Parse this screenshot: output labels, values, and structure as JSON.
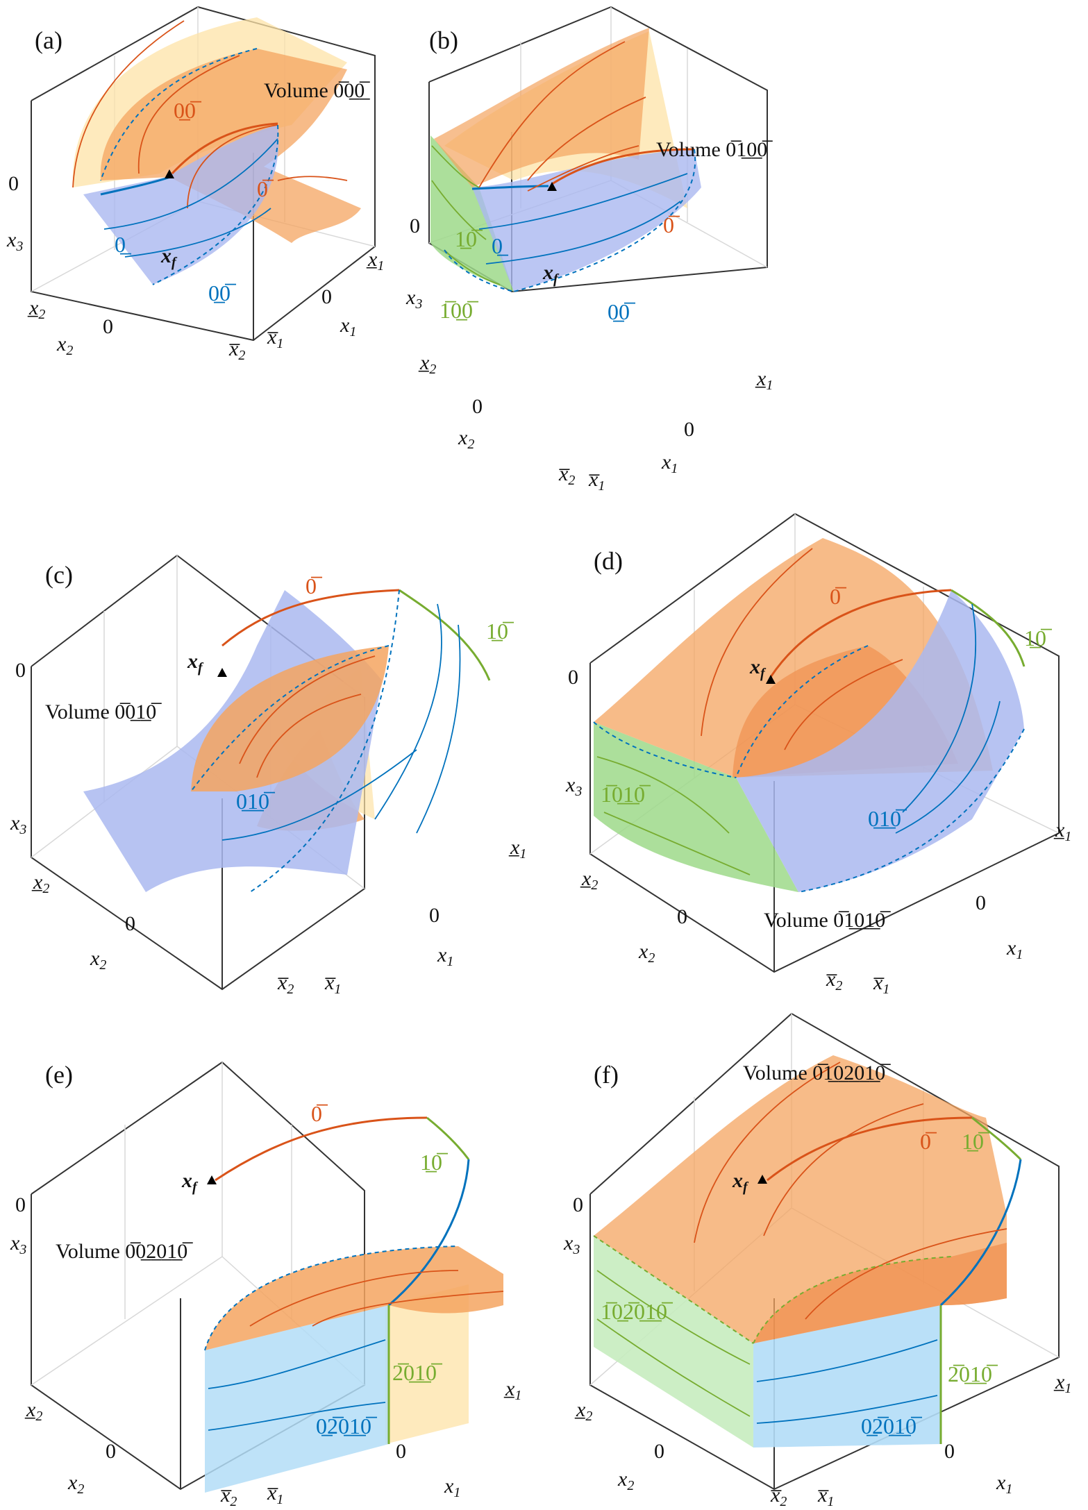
{
  "panels": [
    {
      "label": "(a)",
      "volume": "Volume 0̅0̲0̲̅",
      "codes": [
        "0̲0̅",
        "0̅",
        "0̲",
        "0̲0̅"
      ],
      "xf": "x",
      "xf_sub": "f",
      "axes": {
        "x1": "x",
        "x1_sub": "1",
        "x2": "x",
        "x2_sub": "2",
        "x3": "x",
        "x3_sub": "3"
      },
      "ticks": {
        "x3_zero": "0",
        "x2_min": "x̲",
        "x2_min_sub": "2",
        "x2_zero": "0",
        "x2_max": "x̅",
        "x2_max_sub": "2",
        "x1_min": "x̅",
        "x1_min_sub": "1",
        "x1_zero": "0",
        "x1_max": "x̲",
        "x1_max_sub": "1"
      }
    },
    {
      "label": "(b)",
      "volume": "Volume 0̅1̲0̲0̅",
      "codes": [
        "1̲0̅",
        "1̅0̲0̅",
        "0̲",
        "0̅",
        "0̲0̅"
      ],
      "xf": "x",
      "xf_sub": "f",
      "axes": {
        "x1": "x",
        "x1_sub": "1",
        "x2": "x",
        "x2_sub": "2",
        "x3": "x",
        "x3_sub": "3"
      },
      "ticks": {
        "x3_zero": "0",
        "x2_min": "x̲",
        "x2_min_sub": "2",
        "x2_zero": "0",
        "x2_max": "x̅",
        "x2_max_sub": "2",
        "x1_min": "x̅",
        "x1_min_sub": "1",
        "x1_zero": "0",
        "x1_max": "x̲",
        "x1_max_sub": "1"
      }
    },
    {
      "label": "(c)",
      "volume": "Volume 0̅0̲1̲0̅",
      "codes": [
        "0̅",
        "1̲0̅",
        "0̲1̲0̅"
      ],
      "xf": "x",
      "xf_sub": "f",
      "axes": {
        "x1": "x",
        "x1_sub": "1",
        "x2": "x",
        "x2_sub": "2",
        "x3": "x",
        "x3_sub": "3"
      },
      "ticks": {
        "x3_zero": "0",
        "x2_min": "x̲",
        "x2_min_sub": "2",
        "x2_zero": "0",
        "x2_max": "x̅",
        "x2_max_sub": "2",
        "x1_min": "x̅",
        "x1_min_sub": "1",
        "x1_zero": "0",
        "x1_max": "x̲",
        "x1_max_sub": "1"
      }
    },
    {
      "label": "(d)",
      "volume": "Volume 0̅1̲0̲1̲0̅",
      "codes": [
        "0̅",
        "1̲0̅",
        "1̅0̲1̲0̅",
        "0̲1̲0̅"
      ],
      "xf": "x",
      "xf_sub": "f",
      "axes": {
        "x1": "x",
        "x1_sub": "1",
        "x2": "x",
        "x2_sub": "2",
        "x3": "x",
        "x3_sub": "3"
      },
      "ticks": {
        "x3_zero": "0",
        "x2_min": "x̲",
        "x2_min_sub": "2",
        "x2_zero": "0",
        "x2_max": "x̅",
        "x2_max_sub": "2",
        "x1_min": "x̅",
        "x1_min_sub": "1",
        "x1_zero": "0",
        "x1_max": "x̲",
        "x1_max_sub": "1"
      }
    },
    {
      "label": "(e)",
      "volume": "Volume 0̅0̲2̲0̲1̲0̅",
      "codes": [
        "0̅",
        "1̲0̅",
        "2̅0̲1̲0̅",
        "0̲2̅0̲1̲0̅"
      ],
      "xf": "x",
      "xf_sub": "f",
      "axes": {
        "x1": "x",
        "x1_sub": "1",
        "x2": "x",
        "x2_sub": "2",
        "x3": "x",
        "x3_sub": "3"
      },
      "ticks": {
        "x3_zero": "0",
        "x2_min": "x̲",
        "x2_min_sub": "2",
        "x2_zero": "0",
        "x2_max": "x̅",
        "x2_max_sub": "2",
        "x1_min": "x̅",
        "x1_min_sub": "1",
        "x1_zero": "0",
        "x1_max": "x̲",
        "x1_max_sub": "1"
      }
    },
    {
      "label": "(f)",
      "volume": "Volume 0̅1̲0̲2̲0̲1̲0̅",
      "codes": [
        "0̅",
        "1̲0̅",
        "1̅0̲2̅0̲1̲0̅",
        "2̅0̲1̲0̅",
        "0̲2̅0̲1̲0̅"
      ],
      "xf": "x",
      "xf_sub": "f",
      "axes": {
        "x1": "x",
        "x1_sub": "1",
        "x2": "x",
        "x2_sub": "2",
        "x3": "x",
        "x3_sub": "3"
      },
      "ticks": {
        "x3_zero": "0",
        "x2_min": "x̲",
        "x2_min_sub": "2",
        "x2_zero": "0",
        "x2_max": "x̅",
        "x2_max_sub": "2",
        "x1_min": "x̅",
        "x1_min_sub": "1",
        "x1_zero": "0",
        "x1_max": "x̲",
        "x1_max_sub": "1"
      }
    }
  ],
  "colors": {
    "orange": "#d95319",
    "orange_fill": "#f4a460",
    "yellow_fill": "#fde3a7",
    "blue": "#0072bd",
    "blue_fill": "#aab8f0",
    "cyan_fill": "#b3ddf7",
    "green": "#77ac30",
    "green_fill": "#9ed98a"
  }
}
